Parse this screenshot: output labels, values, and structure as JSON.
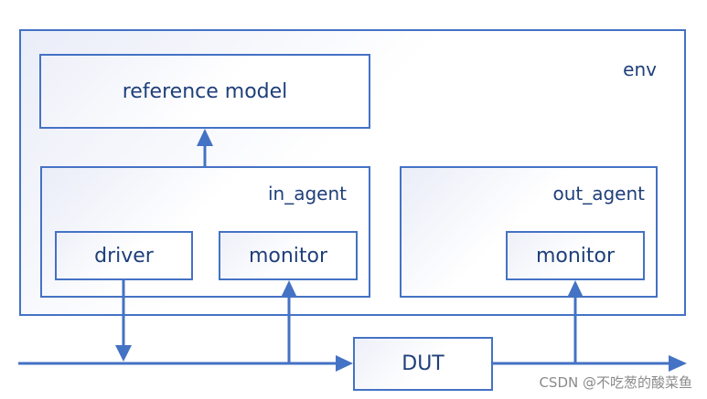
{
  "env": {
    "label": "env"
  },
  "reference_model": {
    "label": "reference model"
  },
  "in_agent": {
    "label": "in_agent",
    "driver_label": "driver",
    "monitor_label": "monitor"
  },
  "out_agent": {
    "label": "out_agent",
    "monitor_label": "monitor"
  },
  "dut": {
    "label": "DUT"
  },
  "watermark": "CSDN @不吃葱的酸菜鱼",
  "colors": {
    "stroke": "#4472c4",
    "text": "#1f3f7a"
  }
}
